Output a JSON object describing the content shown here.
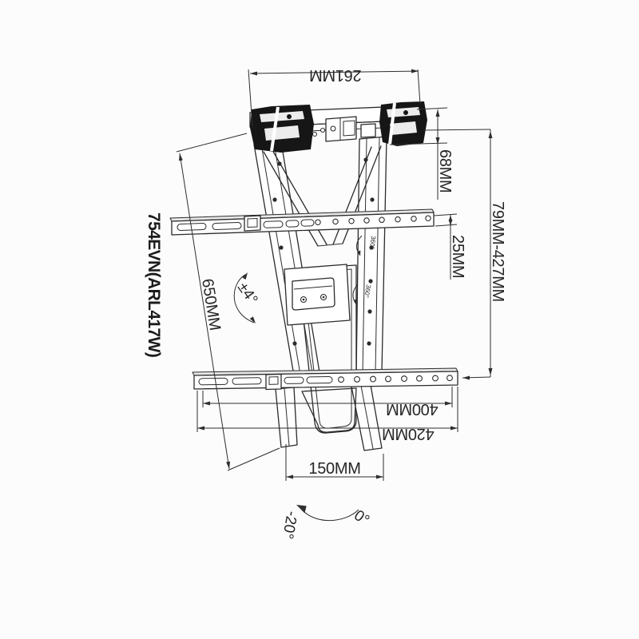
{
  "drawing": {
    "model_label": "754EVN(ARL417W)",
    "dimensions": {
      "top_width": "261MM",
      "bracket_height": "68MM",
      "rail_height": "25MM",
      "extension_range": "79MM-427MM",
      "diagonal_length": "650MM",
      "bottom_width": "150MM",
      "hole_spacing": "400MM",
      "rail_width": "420MM"
    },
    "angles": {
      "tilt": "±4°",
      "rotation_upper": "360°",
      "rotation_lower": "360°",
      "swivel_min": "-20°",
      "swivel_max": "0°"
    },
    "colors": {
      "line": "#2b2b2b",
      "bracket_fill": "#161616",
      "background": "#fcfcfc"
    }
  }
}
